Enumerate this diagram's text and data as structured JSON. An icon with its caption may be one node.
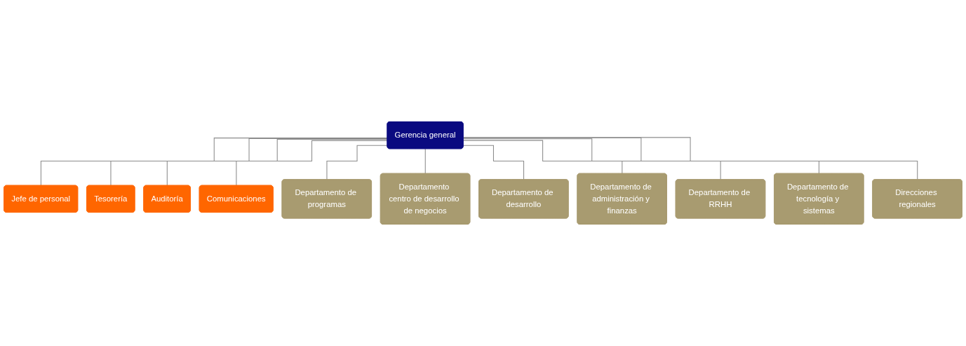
{
  "diagram": {
    "nodes": [
      {
        "text": [
          "Gerencia general"
        ]
      },
      {
        "text": [
          "Jefe de personal"
        ]
      },
      {
        "text": [
          "Tesorería"
        ]
      },
      {
        "text": [
          "Auditoría"
        ]
      },
      {
        "text": [
          "Comunicaciones"
        ]
      },
      {
        "text": [
          "Departamento de programas"
        ]
      },
      {
        "text": [
          "Departamento centro de desarrollo de negocios"
        ]
      },
      {
        "text": [
          "Departamento de desarrollo"
        ]
      },
      {
        "text": [
          "Departamento de administración y finanzas"
        ]
      },
      {
        "text": [
          "Departamento de RRHH"
        ]
      },
      {
        "text": [
          "Departamento de tecnología y sistemas"
        ]
      },
      {
        "text": [
          "Direcciones regionales"
        ]
      }
    ],
    "edges": [
      {
        "from": 0,
        "to": 1,
        "arrow": "none"
      },
      {
        "from": 0,
        "to": 2,
        "arrow": "none"
      },
      {
        "from": 0,
        "to": 3,
        "arrow": "none"
      },
      {
        "from": 0,
        "to": 4,
        "arrow": "none"
      },
      {
        "from": 0,
        "to": 5,
        "arrow": "none"
      },
      {
        "from": 0,
        "to": 6,
        "arrow": "none"
      },
      {
        "from": 0,
        "to": 7,
        "arrow": "none"
      },
      {
        "from": 0,
        "to": 8,
        "arrow": "none"
      },
      {
        "from": 0,
        "to": 9,
        "arrow": "none"
      },
      {
        "from": 0,
        "to": 10,
        "arrow": "none"
      },
      {
        "from": 0,
        "to": 11,
        "arrow": "none"
      }
    ]
  }
}
